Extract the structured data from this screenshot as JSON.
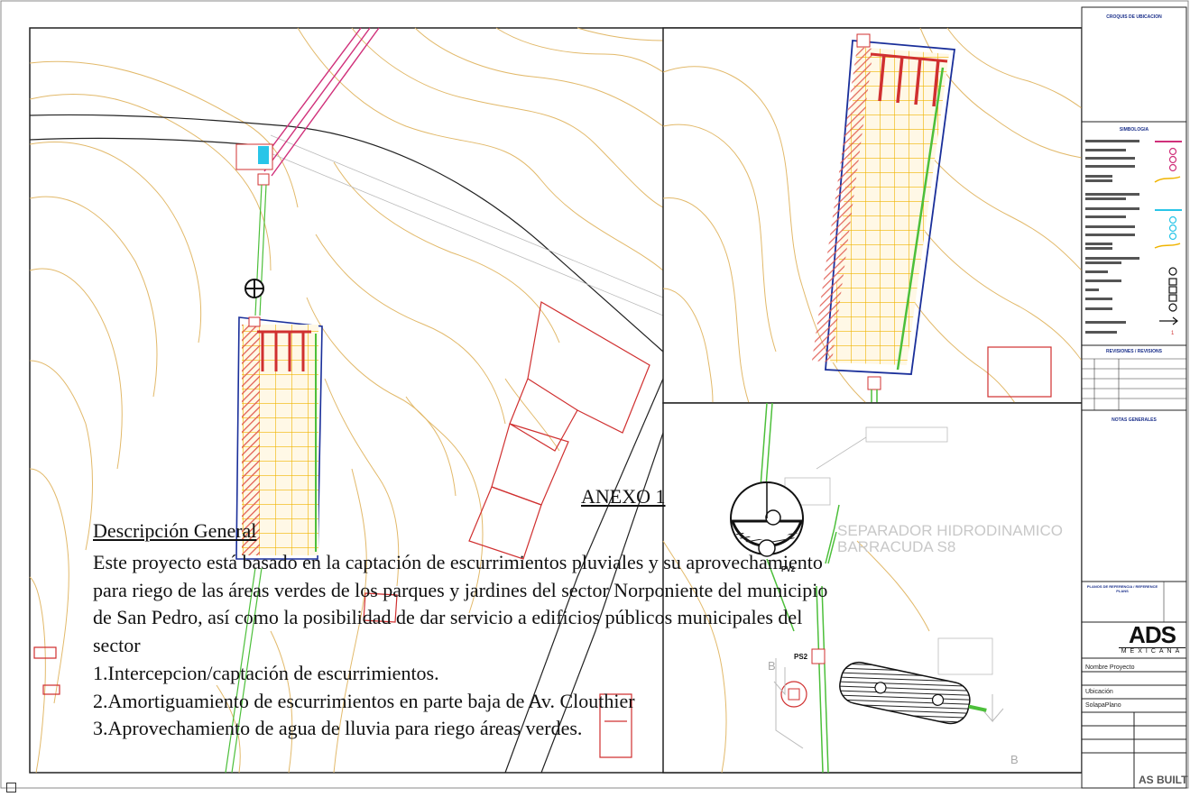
{
  "title_block": {
    "croquis_title": "CROQUIS DE UBICACION",
    "simbologia_title": "SIMBOLOGIA",
    "revisiones_title": "REVISIONES / REVISIONS",
    "notas_title": "NOTAS GENERALES",
    "reference_title": "PLANOS DE REFERENCIA / REFERENCE PLANS",
    "logo_text": "ADS",
    "logo_subtext": "MEXICANA",
    "project_name": "Nombre Proyecto",
    "location": "Ubicación",
    "sheet_name": "SolapaPlano",
    "status": "AS BUILT"
  },
  "drawing_labels": {
    "separator_line1": "SEPARADOR HIDRODINAMICO",
    "separator_line2": "BARRACUDA S8",
    "pv2": "PV2",
    "ps2": "PS2",
    "b_left": "B",
    "b_right": "B"
  },
  "document": {
    "heading": "ANEXO 1",
    "subheading": "Descripción General",
    "paragraph_lines": [
      "Este proyecto está basado en la captación de escurrimientos pluviales y su aprovechamiento",
      "para riego de las áreas verdes de los parques y jardines del sector Norponiente del municipio",
      "de San Pedro, así como la posibilidad de dar servicio a edificios públicos municipales del",
      "sector"
    ],
    "list_items": [
      "1.Intercepcion/captación de escurrimientos.",
      "2.Amortiguamiento de escurrimientos en parte baja de Av. Clouthier",
      "3.Aprovechamiento de agua de lluvia para riego áreas verdes."
    ]
  },
  "colors": {
    "contour": "#e2b96a",
    "tank_grid": "#f0b400",
    "tank_outline": "#1a2f9a",
    "hatch": "#e05a50",
    "pipe": "#4cbf3a",
    "building": "#d03030",
    "magenta_pipe": "#d0307a",
    "frame": "#222222"
  }
}
